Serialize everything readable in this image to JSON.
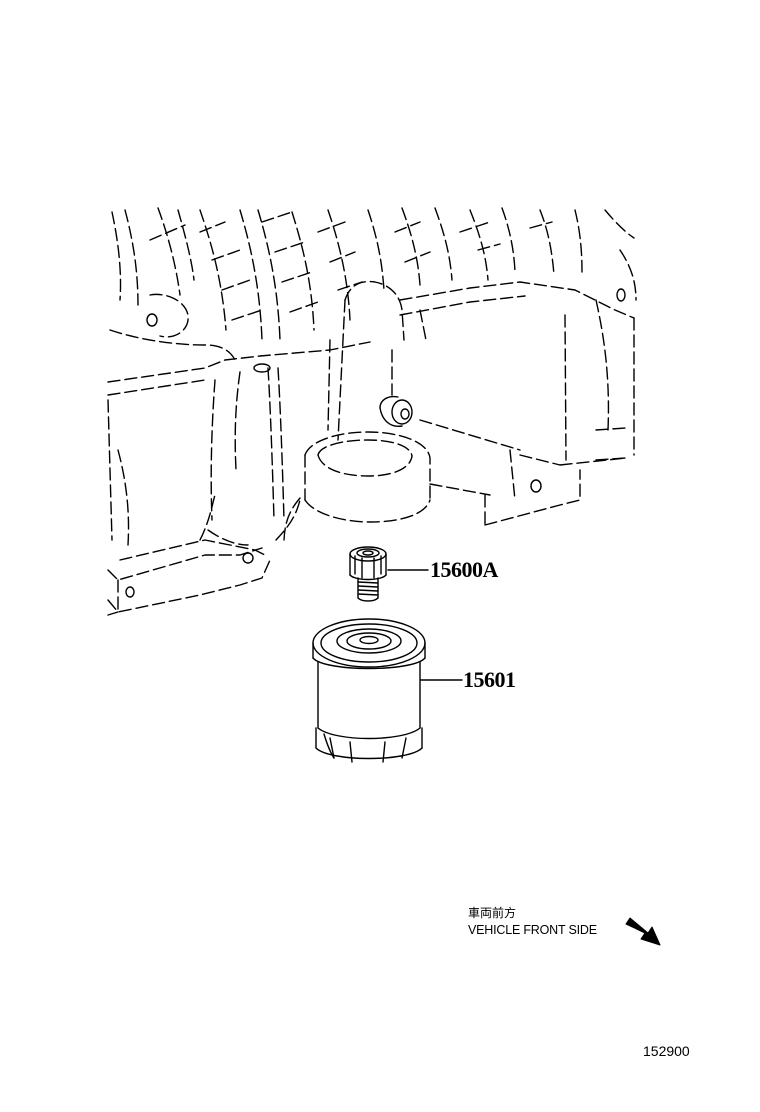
{
  "parts": [
    {
      "number": "15600A"
    },
    {
      "number": "15601"
    }
  ],
  "direction": {
    "label_jp": "車両前方",
    "label_en": "VEHICLE FRONT SIDE",
    "arrow_icon": "arrow-down-right-icon"
  },
  "figure_number": "152900",
  "line_color": "#000000"
}
